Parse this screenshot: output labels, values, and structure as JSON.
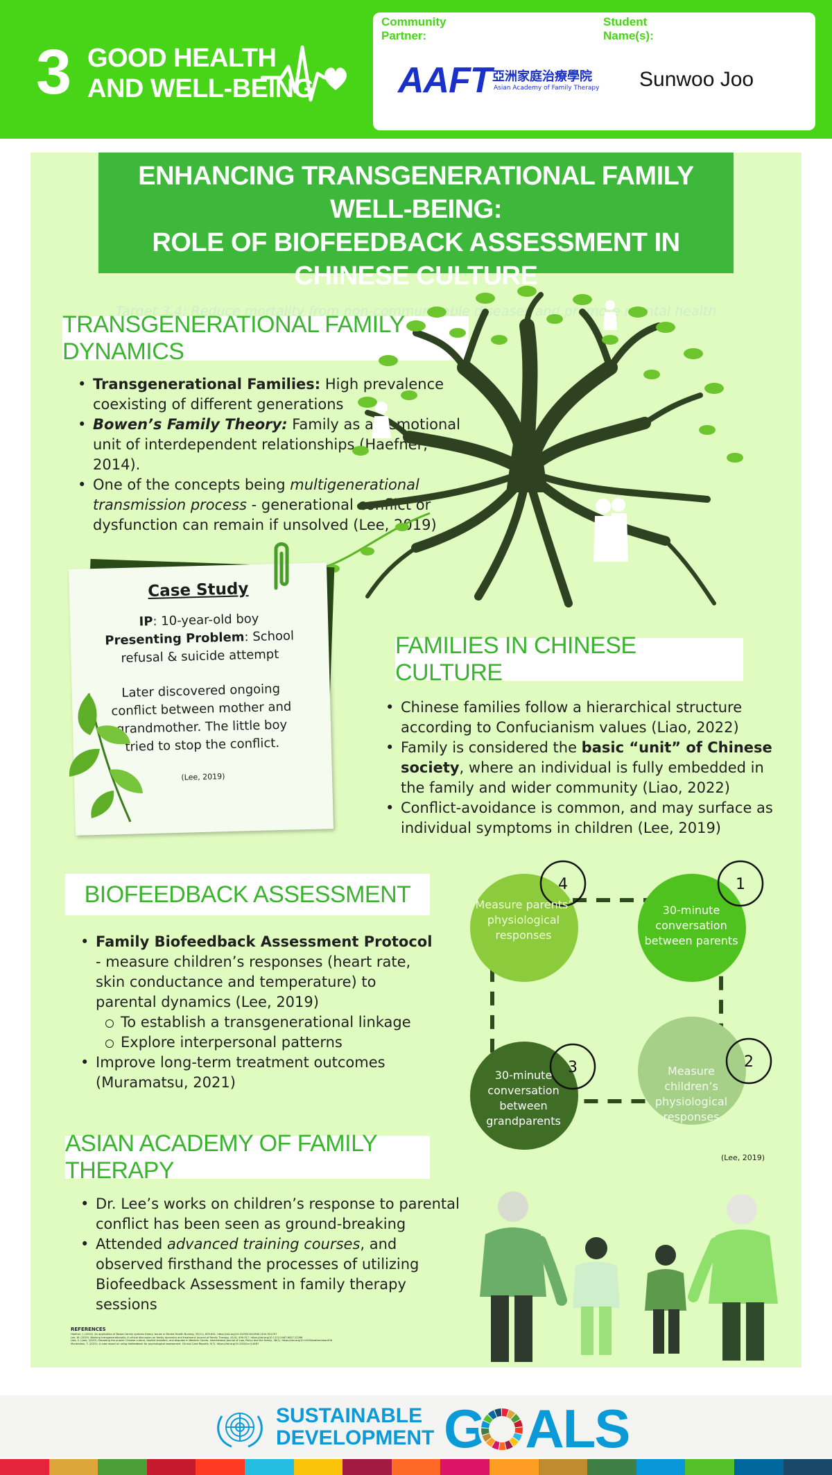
{
  "header": {
    "sdg_number": "3",
    "sdg_goal_line1": "GOOD HEALTH",
    "sdg_goal_line2": "AND WELL-BEING",
    "community_partner_label": "Community Partner:",
    "student_label": "Student Name(s):",
    "partner_logo_text": "AAFT",
    "partner_logo_chinese": "亞洲家庭治療學院",
    "partner_logo_english": "Asian Academy of Family Therapy",
    "student_name": "Sunwoo Joo"
  },
  "title": {
    "line1": "ENHANCING TRANSGENERATIONAL FAMILY WELL-BEING:",
    "line2": "ROLE OF BIOFEEDBACK ASSESSMENT IN CHINESE CULTURE",
    "target": "Target 3.4: Reduce mortality from non-communicable diseases and promote mental health"
  },
  "section1": {
    "heading": "TRANSGENERATIONAL FAMILY DYNAMICS",
    "b1_bold": "Transgenerational Families:",
    "b1_text": " High prevalence coexisting of different generations",
    "b2_bold": "Bowen’s Family Theory:",
    "b2_text": " Family as an emotional unit of interdependent relationships (Haefner, 2014).",
    "b3_pre": "One of the concepts being ",
    "b3_italic": "multigenerational transmission process",
    "b3_post": " - generational conflict or dysfunction can remain if unsolved (Lee, 2019)"
  },
  "case_study": {
    "title": "Case Study",
    "ip_label": "IP",
    "ip_text": ": 10-year-old boy",
    "problem_label": "Presenting Problem",
    "problem_text": ": School refusal & suicide attempt",
    "line1": "Later discovered ongoing",
    "line2": "conflict between mother and",
    "line3": "grandmother. The little boy",
    "line4": "tried to stop the conflict.",
    "citation": "(Lee, 2019)"
  },
  "section2": {
    "heading": "FAMILIES IN CHINESE CULTURE",
    "b1": "Chinese families follow a hierarchical structure according to Confucianism values (Liao, 2022)",
    "b2_pre": "Family is considered the ",
    "b2_bold": "basic “unit” of Chinese society",
    "b2_post": ", where an individual is fully embedded in the family and wider community (Liao, 2022)",
    "b3": "Conflict-avoidance is common, and may surface as individual symptoms in children (Lee, 2019)"
  },
  "section3": {
    "heading": "BIOFEEDBACK ASSESSMENT",
    "b1_bold": "Family Biofeedback Assessment Protocol",
    "b1_text": " - measure children’s responses (heart rate, skin conductance and temperature) to parental dynamics (Lee, 2019)",
    "sub1": "To establish a transgenerational linkage",
    "sub2": "Explore interpersonal patterns",
    "b2": "Improve long-term treatment outcomes (Muramatsu, 2021)"
  },
  "cycle": {
    "step1_num": "1",
    "step1": "30-minute conversation between parents",
    "step2_num": "2",
    "step2": "Measure children’s physiological responses",
    "step3_num": "3",
    "step3": "30-minute conversation between grandparents",
    "step4_num": "4",
    "step4": "Measure parents’ physiological responses",
    "citation": "(Lee, 2019)",
    "colors": {
      "step1": "#4fc21f",
      "step2": "#a6cf88",
      "step3": "#3f6d26",
      "step4": "#8ccb3b"
    }
  },
  "section4": {
    "heading": "ASIAN ACADEMY OF FAMILY THERAPY",
    "b1": "Dr. Lee’s works on children’s response to parental conflict has been seen as ground-breaking",
    "b2_pre": "Attended ",
    "b2_italic": "advanced training courses",
    "b2_post": ", and observed firsthand the processes of utilizing Biofeedback Assessment in family therapy sessions"
  },
  "references": {
    "title": "REFERENCES",
    "r1": "Haefner, J. (2014). An application of Bowen family systems theory. Issues in Mental Health Nursing, 35(11), 835-841. https://doi.org/10.3109/01612840.2014.921257",
    "r2": "Lee, W. (2019). Working transgenerationally: A critical discussion on family dynamics and treatment. Journal of Family Therapy, 41(4), 499-517. https://doi.org/10.1111/1467-6427.12266",
    "r3": "Liao, S. (Lee). (2022). Decoding the puzzle: Chinese culture, familial transfers, and disputes in Western Courts. International Journal of Law, Policy and the Family, 36(1). https://doi.org/10.1093/lawfam/ebac006",
    "r4": "Muramatsu, T. (2021). A case report on using biofeedback for psychological assessment. Clinical Case Reports, 9(7). https://doi.org/10.1002/ccr3.4467"
  },
  "footer": {
    "word1": "SUSTAINABLE",
    "word2": "DEVELOPMENT",
    "word3": "GOALS",
    "stripe_colors": [
      "#e5243b",
      "#dda63a",
      "#4c9f38",
      "#c5192d",
      "#ff3a21",
      "#26bde2",
      "#fcc30b",
      "#a21942",
      "#fd6925",
      "#dd1367",
      "#fd9d24",
      "#bf8b2e",
      "#3f7e44",
      "#0a97d9",
      "#56c02b",
      "#00689d",
      "#19486a"
    ]
  },
  "colors": {
    "accent_green": "#48d417",
    "panel_green": "#e0fbc0",
    "title_green": "#3db83a",
    "partner_blue": "#1a31c9",
    "sdg_blue": "#0a9ad8"
  },
  "icons": [
    "heartbeat-heart-icon",
    "paperclip-icon",
    "un-emblem-icon",
    "sdg-color-wheel-icon"
  ]
}
